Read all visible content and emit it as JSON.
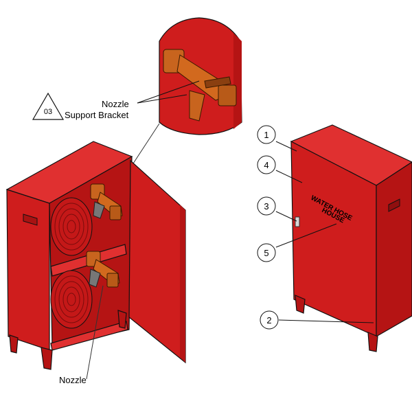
{
  "labels": {
    "nozzle_detail": "Nozzle",
    "support_bracket": "Support Bracket",
    "nozzle_bottom": "Nozzle",
    "triangle_code": "03",
    "door_text_line1": "WATER HOSE",
    "door_text_line2": "HOUSE"
  },
  "callouts": [
    "1",
    "2",
    "3",
    "4",
    "5"
  ],
  "colors": {
    "cabinet_red": "#cf1d1d",
    "cabinet_dark": "#b51414",
    "nozzle_orange": "#d2691e",
    "outline": "#111111"
  }
}
